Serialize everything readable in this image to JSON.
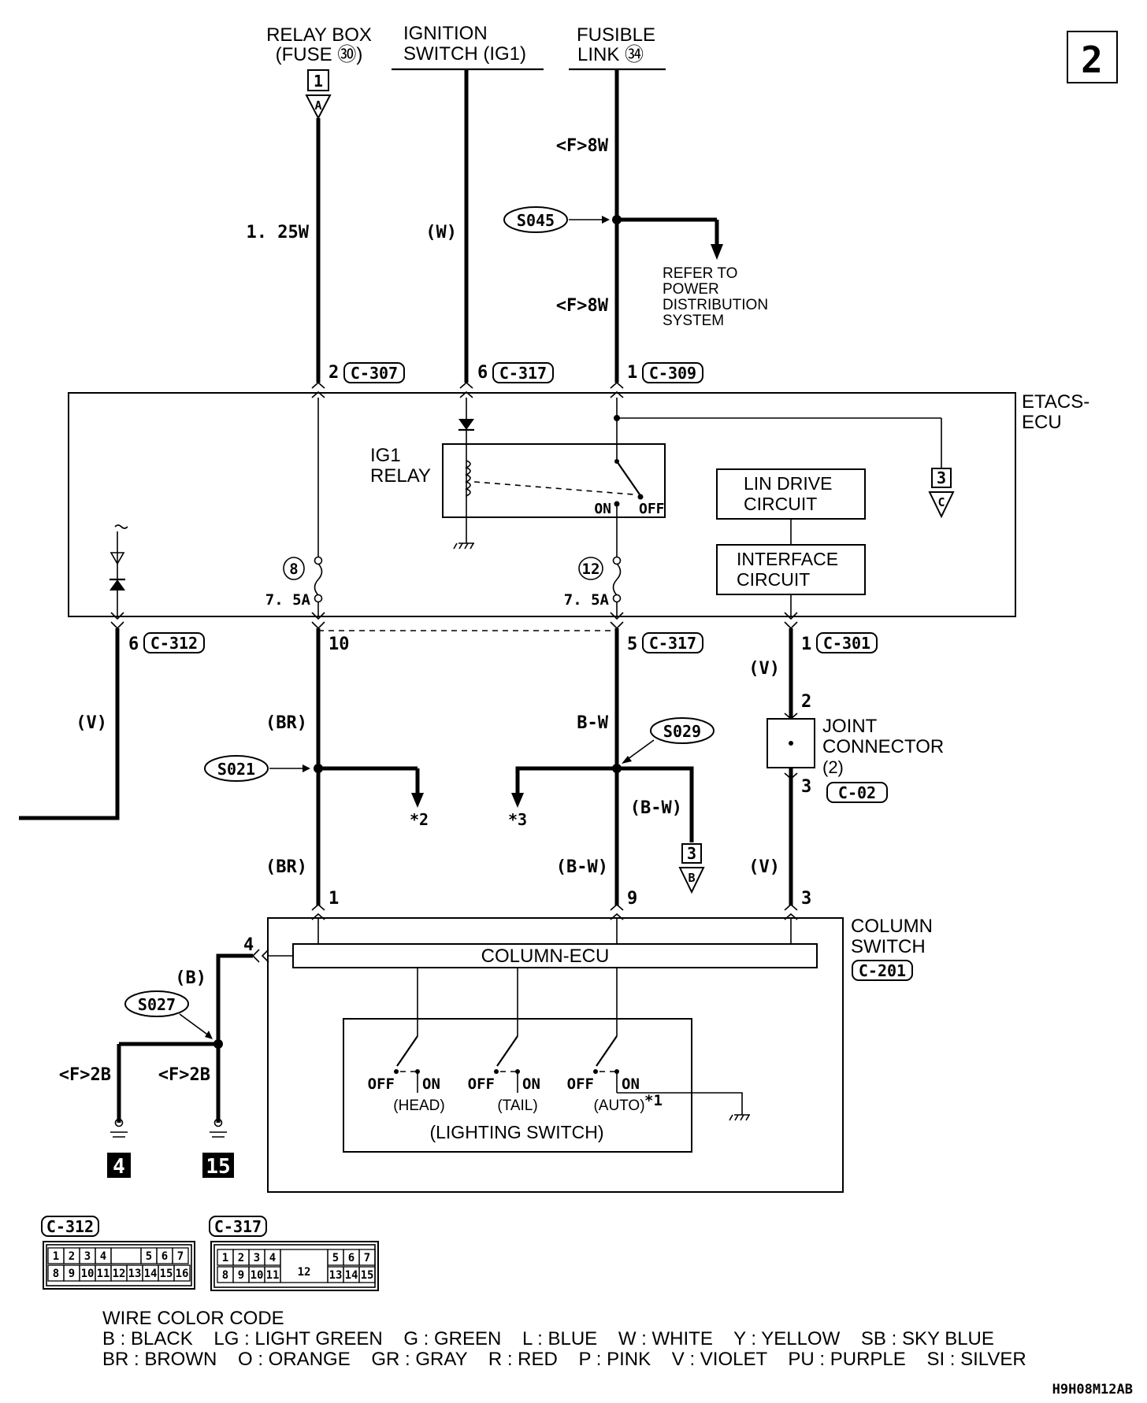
{
  "page_number": "2",
  "figure_code": "H9H08M12AB",
  "sources": {
    "relay_box": {
      "line1": "RELAY BOX",
      "line2": "(FUSE ㉚)",
      "ref_num": "1",
      "ref_letter": "A"
    },
    "ignition_switch": {
      "line1": "IGNITION",
      "line2": "SWITCH (IG1)"
    },
    "fusible_link": {
      "line1": "FUSIBLE",
      "line2": "LINK ㉞"
    }
  },
  "wires": {
    "relay_wire": "1. 25W",
    "ign_wire": "(W)",
    "fusible_wire_top": "<F>8W",
    "fusible_wire_bottom": "<F>8W",
    "left_v_wire": "(V)",
    "br_upper": "(BR)",
    "br_lower": "(BR)",
    "bw_upper": "B-W",
    "bw_lower": "(B-W)",
    "bw_branch": "(B-W)",
    "v_upper": "(V)",
    "v_lower": "(V)",
    "b_ground": "(B)",
    "ground_left": "<F>2B",
    "ground_right": "<F>2B"
  },
  "splices": {
    "s045": "S045",
    "s021": "S021",
    "s029": "S029",
    "s027": "S027"
  },
  "refer_to": [
    "REFER TO",
    "POWER",
    "DISTRIBUTION",
    "SYSTEM"
  ],
  "connectors": {
    "c307": {
      "pin": "2",
      "name": "C-307"
    },
    "c317_top": {
      "pin": "6",
      "name": "C-317"
    },
    "c309": {
      "pin": "1",
      "name": "C-309"
    },
    "c312": {
      "pin": "6",
      "name": "C-312"
    },
    "pin10": "10",
    "c317_bottom": {
      "pin": "5",
      "name": "C-317"
    },
    "c301": {
      "pin": "1",
      "name": "C-301"
    },
    "jc_in": "2",
    "jc_out": "3",
    "c02": "C-02",
    "col_pin1": "1",
    "col_pin9": "9",
    "col_pin3": "3",
    "col_pin4": "4",
    "c201": "C-201"
  },
  "etacs": {
    "label_line1": "ETACS-",
    "label_line2": "ECU",
    "ig1_relay": [
      "IG1",
      "RELAY"
    ],
    "relay_on": "ON",
    "relay_off": "OFF",
    "lin_drive": [
      "LIN DRIVE",
      "CIRCUIT"
    ],
    "interface": [
      "INTERFACE",
      "CIRCUIT"
    ],
    "fuse8": "8",
    "fuse8_rating": "7. 5A",
    "fuse12": "12",
    "fuse12_rating": "7. 5A",
    "ref3c_num": "3",
    "ref3c_letter": "C"
  },
  "joint_connector": [
    "JOINT",
    "CONNECTOR",
    "(2)"
  ],
  "continuations": {
    "star2": "*2",
    "star3": "*3",
    "ref3b_num": "3",
    "ref3b_letter": "B"
  },
  "column_switch": {
    "label": [
      "COLUMN",
      "SWITCH"
    ],
    "ecu": "COLUMN-ECU",
    "lighting_switch": "(LIGHTING SWITCH)",
    "switches": [
      {
        "off": "OFF",
        "on": "ON",
        "name": "(HEAD)"
      },
      {
        "off": "OFF",
        "on": "ON",
        "name": "(TAIL)"
      },
      {
        "off": "OFF",
        "on": "ON",
        "name": "(AUTO)"
      }
    ],
    "auto_note": "*1"
  },
  "grounds": {
    "left": "4",
    "right": "15"
  },
  "connector_faces": {
    "c312": {
      "name": "C-312",
      "row1": [
        "1",
        "2",
        "3",
        "4",
        "",
        "5",
        "6",
        "7"
      ],
      "row2": [
        "8",
        "9",
        "10",
        "11",
        "12",
        "13",
        "14",
        "15",
        "16"
      ]
    },
    "c317": {
      "name": "C-317",
      "row1": [
        "1",
        "2",
        "3",
        "4",
        "5",
        "6",
        "7"
      ],
      "row2": [
        "8",
        "9",
        "10",
        "11",
        "13",
        "14",
        "15"
      ],
      "center": "12"
    }
  },
  "wire_color_code": {
    "title": "WIRE COLOR CODE",
    "row1": "B : BLACK    LG : LIGHT GREEN    G : GREEN    L : BLUE    W : WHITE    Y : YELLOW    SB : SKY BLUE",
    "row2": "BR : BROWN    O : ORANGE    GR : GRAY    R : RED    P : PINK    V : VIOLET    PU : PURPLE    SI : SILVER"
  }
}
